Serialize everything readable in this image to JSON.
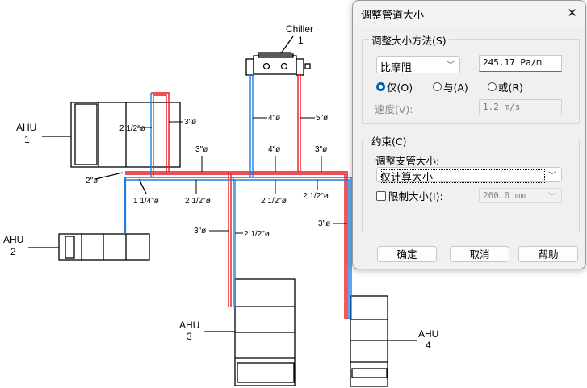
{
  "drawing": {
    "equipment": [
      {
        "name": "Chiller",
        "number": "1"
      },
      {
        "name": "AHU",
        "number": "1"
      },
      {
        "name": "AHU",
        "number": "2"
      },
      {
        "name": "AHU",
        "number": "3"
      },
      {
        "name": "AHU",
        "number": "4"
      }
    ],
    "pipe_colors": {
      "supply": "#e8141c",
      "return": "#1e7fe0"
    },
    "pipe_labels": {
      "ahu1_inner": "2 1/2\"ø",
      "ahu1_outer": "3\"ø",
      "chiller_return": "4\"ø",
      "chiller_supply": "5\"ø",
      "main_top_left": "3\"ø",
      "main_top_mid": "4\"ø",
      "main_top_right": "3\"ø",
      "branch_ahu2_supply": "2\"ø",
      "branch_ahu2_return": "1 1/4\"ø",
      "main_bot_left": "2 1/2\"ø",
      "main_bot_mid": "2 1/2\"ø",
      "main_bot_right": "2 1/2\"ø",
      "ahu3_supply": "3\"ø",
      "ahu3_return": "2 1/2\"ø",
      "ahu4_supply": "3\"ø"
    }
  },
  "dialog": {
    "title": "调整管道大小",
    "close_icon": "close-icon",
    "sizing_group": {
      "legend": "调整大小方法(S)",
      "method_selected": "比摩阻",
      "friction_value": "245.17 Pa/m",
      "radios": [
        {
          "label": "仅(O)",
          "checked": true
        },
        {
          "label": "与(A)",
          "checked": false
        },
        {
          "label": "或(R)",
          "checked": false
        }
      ],
      "velocity_label": "速度(V):",
      "velocity_value": "1.2 m/s"
    },
    "constraints_group": {
      "legend": "约束(C)",
      "branch_label": "调整支管大小:",
      "branch_selected": "仅计算大小",
      "limit_label": "限制大小(I):",
      "limit_checked": false,
      "limit_value": "200.0 mm"
    },
    "buttons": {
      "ok": "确定",
      "cancel": "取消",
      "help": "帮助"
    }
  }
}
